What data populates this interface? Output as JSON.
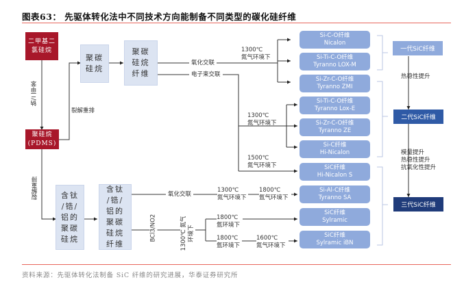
{
  "title": "图表63：  先驱体转化法中不同技术方向能制备不同类型的碳化硅纤维",
  "source": "资料来源：先驱体转化法制备 SiC 纤维的研究进展，华泰证券研究所",
  "colors": {
    "title_rule": "#e8655a",
    "precursor_box": "#a8172a",
    "intermediate_box": "#dce4f2",
    "fiber_box": "#8faadc",
    "gen1": "#8faadc",
    "gen2": "#2f5aa6",
    "gen3": "#1f3b7a"
  },
  "nodes": {
    "dmdcs": "二甲基二氯硅烷",
    "pdms": "聚硅烷\n(PDMS)",
    "pcs": "聚碳硅烷",
    "pcs_fiber": "聚碳硅烷纤维",
    "metal_pcs": "含钛/锆/铝的聚碳硅烷",
    "metal_pcs_fiber": "含钛/锆/铝的聚碳硅烷纤维"
  },
  "edge_labels": {
    "na_xylene": "钠/二甲苯",
    "pyrolysis_rearrange_1": "裂解重排",
    "pyrolysis_rearrange_2": "裂解重排",
    "oxidation_crosslink_1": "氧化交联",
    "ebeam_crosslink": "电子束交联",
    "n2_1300_a_temp": "1300℃",
    "n2_1300_a_env": "氮气环境下",
    "n2_1300_b_temp": "1300℃",
    "n2_1300_b_env": "氮气环境下",
    "n2_1500_temp": "1500℃",
    "n2_1500_env": "氮气环境下",
    "oxidation_crosslink_2": "氧化交联",
    "sa_1300_temp": "1300℃",
    "sa_1300_env": "氮气环境下",
    "sa_1800_temp": "1800℃",
    "sa_1800_env": "氩气环境下",
    "bcl3_no2": "BCl3/NO2",
    "syl_1300": "1300℃ 氮气环境下",
    "syl_1800a_temp": "1800℃",
    "syl_1800a_env": "氩环境下",
    "syl_1800b_temp": "1800℃",
    "syl_1800b_env": "氩环境下",
    "syl_1600_temp": "1600℃",
    "syl_1600_env": "氮气环境下"
  },
  "fibers": [
    {
      "type": "Si-C-O纤维",
      "name": "Nicalon"
    },
    {
      "type": "Si-Ti-C-O纤维",
      "name": "Tyranno LOX-M"
    },
    {
      "type": "Si-Zr-C-O纤维",
      "name": "Tyranno ZMI"
    },
    {
      "type": "Si-Ti-C-O纤维",
      "name": "Tyranno Lox-E"
    },
    {
      "type": "Si-Zr-C-O纤维",
      "name": "Tyranno ZE"
    },
    {
      "type": "Si-C纤维",
      "name": "Hi-Nicalon"
    },
    {
      "type": "SiC纤维",
      "name": "Hi-Nicalon S"
    },
    {
      "type": "Si-Al-C纤维",
      "name": "Tyranno SA"
    },
    {
      "type": "SiC纤维",
      "name": "Sylramic"
    },
    {
      "type": "SiC纤维",
      "name": "Sylramic iBN"
    }
  ],
  "generations": {
    "gen1": "一代SiC纤维",
    "gen2": "二代SiC纤维",
    "gen3": "三代SiC纤维",
    "gen1_to_2": "热稳性提升",
    "gen2_to_3": [
      "模量提升",
      "热稳性提升",
      "抗氧化性提升"
    ]
  }
}
